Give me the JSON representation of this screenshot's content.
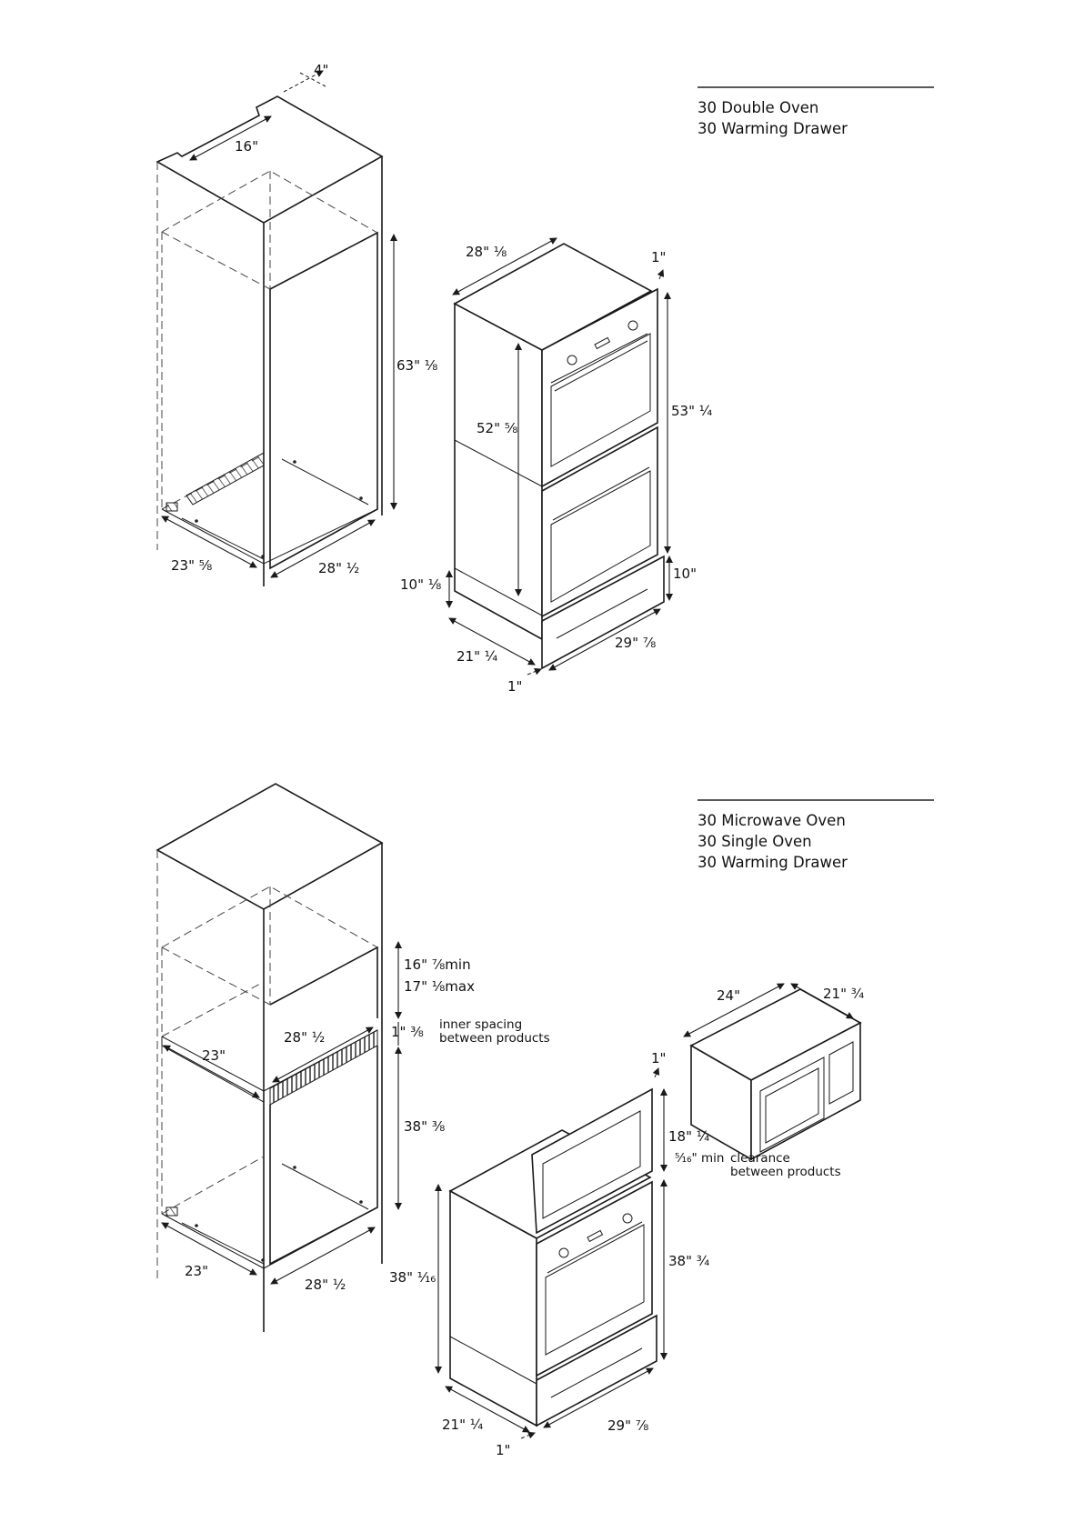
{
  "section1": {
    "titles": [
      "30 Double Oven",
      "30 Warming Drawer"
    ],
    "cabinet": {
      "top_notch_depth": "4\"",
      "top_notch_width": "16\"",
      "cutout_height": "63\" ⅛",
      "cutout_width": "23\" ⅝",
      "cutout_depth": "28\" ½"
    },
    "appliance": {
      "width": "28\" ⅛",
      "front_offset": "1\"",
      "total_height": "53\" ¼",
      "body_height": "52\" ⅝",
      "drawer_body_height": "10\" ⅛",
      "drawer_height": "10\"",
      "depth": "21\" ¼",
      "front_width": "29\" ⅞",
      "bottom_offset": "1\""
    }
  },
  "section2": {
    "titles": [
      "30 Microwave Oven",
      "30 Single Oven",
      "30 Warming Drawer"
    ],
    "cabinet": {
      "upper_min": "16\" ⅞min",
      "upper_max": "17\" ⅛max",
      "inner_spacing_value": "1\" ⅜",
      "inner_spacing_line1": "inner spacing",
      "inner_spacing_line2": "between products",
      "upper_width": "28\" ½",
      "upper_depth": "23\"",
      "lower_height": "38\" ⅜",
      "lower_depth": "23\"",
      "lower_width": "28\" ½"
    },
    "microwave": {
      "width": "24\"",
      "depth": "21\" ¾"
    },
    "appliance": {
      "front_offset": "1\"",
      "microwave_height": "18\" ¼",
      "clearance_value": "⁵⁄₁₆\" min",
      "clearance_line1": "clearance",
      "clearance_line2": "between products",
      "lower_front_height": "38\" ¾",
      "body_height": "38\" ¹⁄₁₆",
      "depth": "21\" ¼",
      "front_width": "29\" ⅞",
      "bottom_offset": "1\""
    }
  }
}
